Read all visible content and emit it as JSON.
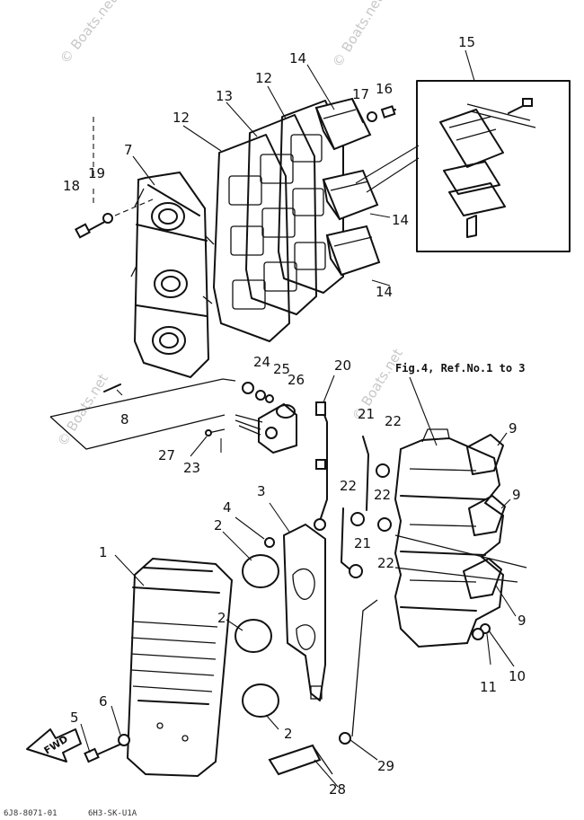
{
  "watermark": {
    "top_left": "© Boats.net",
    "top_center": "© Boats.net",
    "mid_right": "© Boats.net",
    "mid_left": "© Boats.net"
  },
  "figure_reference": "Fig.4, Ref.No.1 to 3",
  "direction_label": "FWD",
  "callouts": [
    "1",
    "2",
    "2",
    "2",
    "3",
    "4",
    "5",
    "6",
    "7",
    "8",
    "9",
    "9",
    "9",
    "10",
    "11",
    "12",
    "12",
    "13",
    "14",
    "14",
    "14",
    "15",
    "16",
    "17",
    "18",
    "19",
    "20",
    "21",
    "21",
    "22",
    "22",
    "22",
    "22",
    "23",
    "24",
    "25",
    "26",
    "27",
    "28",
    "29"
  ],
  "footer": {
    "left_code": "6J8-8071-01",
    "right_code": "6H3-SK-U1A"
  }
}
